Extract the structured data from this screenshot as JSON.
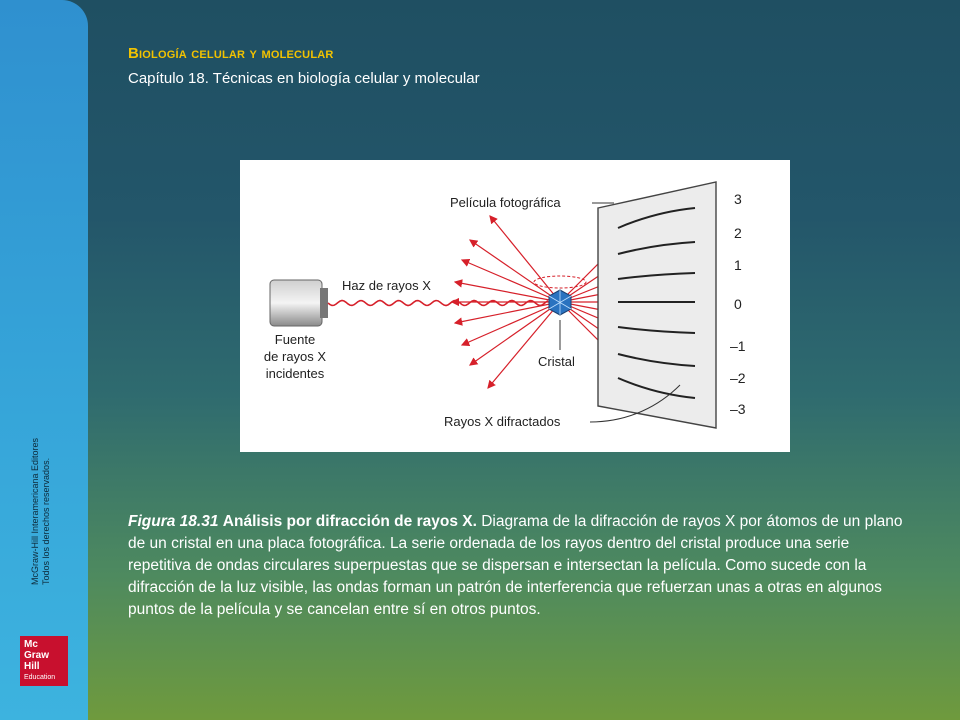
{
  "header": {
    "title": "Biología celular y molecular",
    "subtitle": "Capítulo 18. Técnicas en biología celular y molecular"
  },
  "sidebar": {
    "copyright_line1": "McGraw-Hill Interamericana Editores",
    "copyright_line2": "Todos los derechos reservados.",
    "logo_lines": [
      "Mc",
      "Graw",
      "Hill"
    ],
    "logo_edu": "Education"
  },
  "figure": {
    "labels": {
      "film": "Película fotográfica",
      "beam": "Haz de rayos X",
      "source_line1": "Fuente",
      "source_line2": "de rayos X",
      "source_line3": "incidentes",
      "crystal": "Cristal",
      "diffracted": "Rayos X difractados"
    },
    "orders": [
      "3",
      "2",
      "1",
      "0",
      "–1",
      "–2",
      "–3"
    ]
  },
  "caption": {
    "number": "Figura 18.31",
    "title": "Análisis por difracción de rayos X.",
    "body": "Diagrama de la difracción de rayos X por átomos de un plano de un cristal en una placa fotográfica. La serie ordenada de los rayos dentro del cristal produce una serie repetitiva de ondas circulares superpuestas que se dispersan e intersectan la película. Como sucede con la difracción de la luz visible, las ondas forman un patrón de interferencia que refuerzan unas a otras en algunos puntos de la película y se cancelan entre sí en otros puntos."
  },
  "colors": {
    "accent_title": "#f2c200",
    "ray_red": "#d6202a",
    "crystal_blue": "#2a73c0"
  }
}
